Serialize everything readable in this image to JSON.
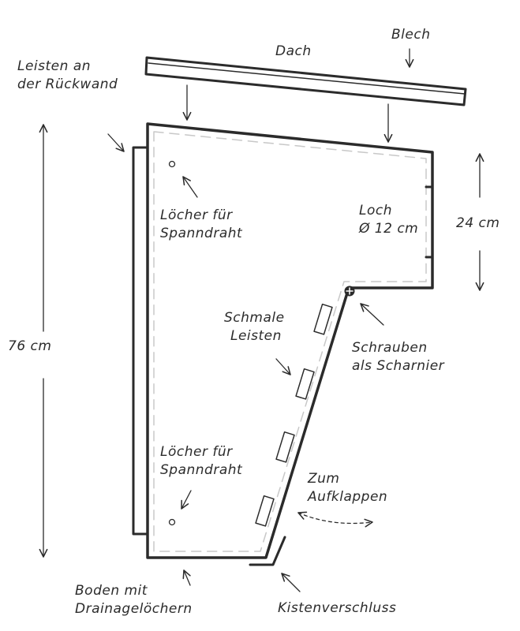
{
  "labels": {
    "back_strips": [
      "Leisten an",
      "der Rückwand"
    ],
    "roof": "Dach",
    "sheet_metal": "Blech",
    "wire_holes_top": [
      "Löcher für",
      "Spanndraht"
    ],
    "hole": [
      "Loch",
      "Ø 12 cm"
    ],
    "height_small": "24 cm",
    "height_total": "76 cm",
    "narrow_strips": [
      "Schmale",
      "Leisten"
    ],
    "hinge_screws": [
      "Schrauben",
      "als Scharnier"
    ],
    "wire_holes_bottom": [
      "Löcher für",
      "Spanndraht"
    ],
    "open": [
      "Zum",
      "Aufklappen"
    ],
    "floor": [
      "Boden mit",
      "Drainagelöchern"
    ],
    "latch": "Kistenverschluss"
  },
  "colors": {
    "ink": "#2b2b2b",
    "dash": "#c8c8c8"
  }
}
